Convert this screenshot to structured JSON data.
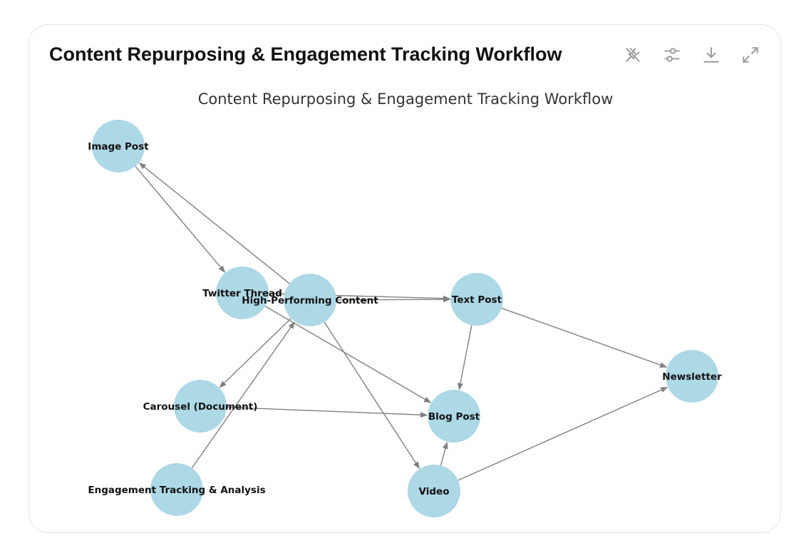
{
  "card": {
    "title": "Content Repurposing & Engagement Tracking Workflow"
  },
  "toolbar": {
    "icons": [
      "pin-off-icon",
      "sliders-icon",
      "download-icon",
      "expand-icon"
    ]
  },
  "diagram": {
    "title": "Content Repurposing & Engagement Tracking Workflow",
    "node_color": "#add8e6",
    "edge_color": "#808080",
    "nodes": [
      {
        "id": "image_post",
        "label": "Image Post"
      },
      {
        "id": "twitter_thread",
        "label": "Twitter Thread"
      },
      {
        "id": "high_performing",
        "label": "High-Performing Content"
      },
      {
        "id": "text_post",
        "label": "Text Post"
      },
      {
        "id": "newsletter",
        "label": "Newsletter"
      },
      {
        "id": "carousel",
        "label": "Carousel (Document)"
      },
      {
        "id": "blog_post",
        "label": "Blog Post"
      },
      {
        "id": "engagement",
        "label": "Engagement Tracking & Analysis"
      },
      {
        "id": "video",
        "label": "Video"
      }
    ],
    "edges": [
      {
        "from": "high_performing",
        "to": "image_post"
      },
      {
        "from": "image_post",
        "to": "twitter_thread"
      },
      {
        "from": "high_performing",
        "to": "text_post"
      },
      {
        "from": "twitter_thread",
        "to": "text_post"
      },
      {
        "from": "high_performing",
        "to": "carousel"
      },
      {
        "from": "high_performing",
        "to": "video"
      },
      {
        "from": "twitter_thread",
        "to": "blog_post"
      },
      {
        "from": "carousel",
        "to": "blog_post"
      },
      {
        "from": "text_post",
        "to": "blog_post"
      },
      {
        "from": "text_post",
        "to": "newsletter"
      },
      {
        "from": "video",
        "to": "blog_post"
      },
      {
        "from": "video",
        "to": "newsletter"
      },
      {
        "from": "engagement",
        "to": "high_performing"
      }
    ]
  }
}
